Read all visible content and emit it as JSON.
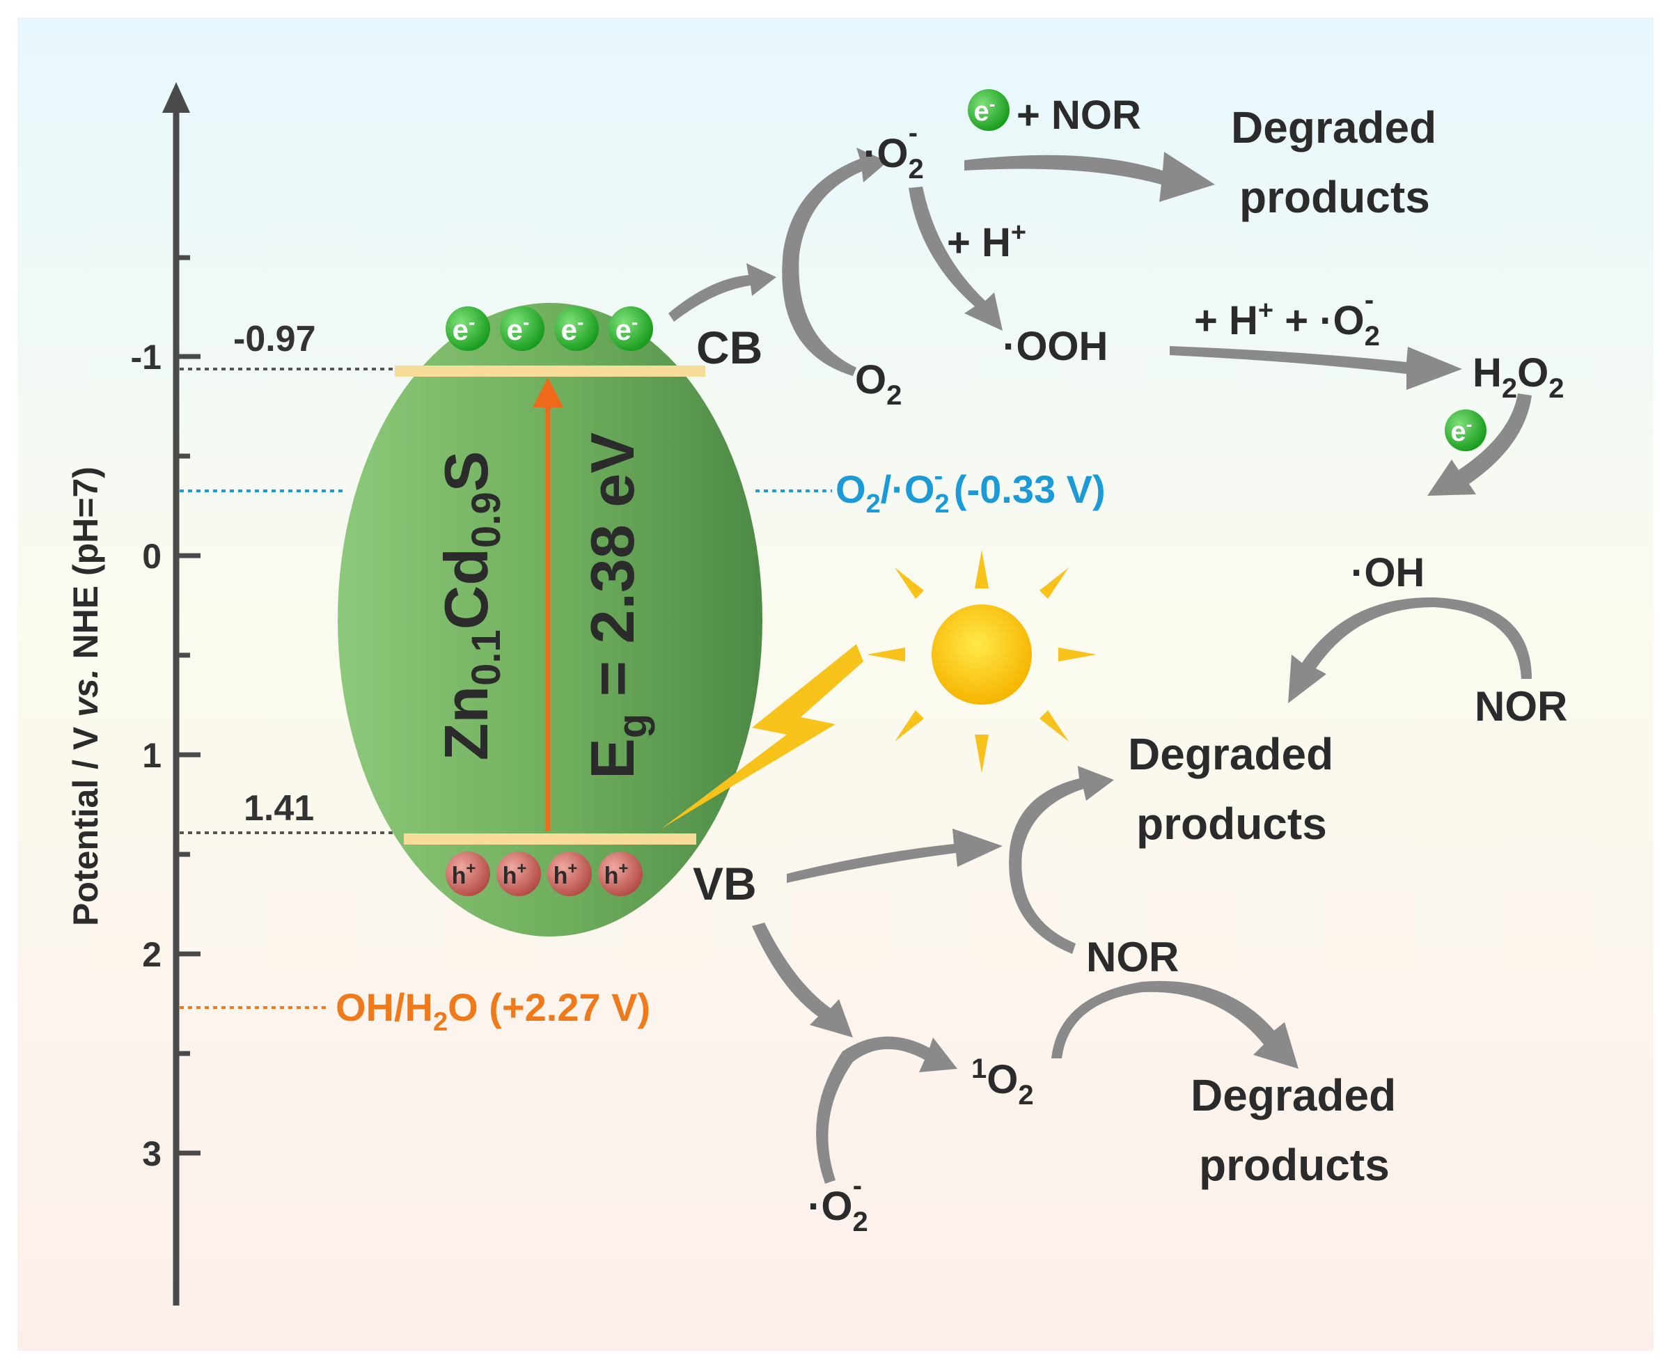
{
  "axis": {
    "label_prefix": "Potential / V ",
    "label_vs": "vs.",
    "label_suffix": " NHE (pH=7)",
    "ticks": [
      "-1",
      "0",
      "1",
      "2",
      "3"
    ]
  },
  "levels": {
    "cb_value": "-0.97",
    "vb_value": "1.41"
  },
  "semiconductor": {
    "formula_a": "Zn",
    "formula_a_sub": "0.1",
    "formula_b": "Cd",
    "formula_b_sub": "0.9",
    "formula_c": "S",
    "gap_a": "E",
    "gap_sub": "g",
    "gap_b": " = 2.38 eV",
    "cb_label": "CB",
    "vb_label": "VB",
    "electron": "e",
    "electron_sup": "-",
    "hole": "h",
    "hole_sup": "+"
  },
  "potentials": {
    "o2_a": "O",
    "o2_sub": "2",
    "o2_b": "/·O",
    "o2_sub2": "2",
    "o2_sup": "-",
    "o2_c": " (-0.33 V)",
    "oh_a": "OH/H",
    "oh_sub": "2",
    "oh_b": "O (+2.27 V)",
    "oh_color": "#f07a1a",
    "o2_color": "#1a9ad6"
  },
  "species": {
    "superoxide": "·O",
    "sub2": "2",
    "minus": "-",
    "o2": "O",
    "plus_nor": "+ NOR",
    "plus_h": "+ H",
    "plus": "+",
    "plus_h_superoxide": "+ H",
    "plus_dot_o": " + ·O",
    "ooh": "·OOH",
    "h2o2_a": "H",
    "h2o2_b": "O",
    "oh_radical": "·OH",
    "nor": "NOR",
    "singlet_sup": "1",
    "singlet_o": "O",
    "degraded": "Degraded",
    "products": "products"
  },
  "colors": {
    "ellipse": "#6fae58",
    "band": "#f7dc9a",
    "arrow": "#8a8a8a",
    "gap_arrow": "#ee6a1a",
    "sun": "#ffcc00",
    "electron": "#22aa22",
    "hole": "#c0504d"
  }
}
